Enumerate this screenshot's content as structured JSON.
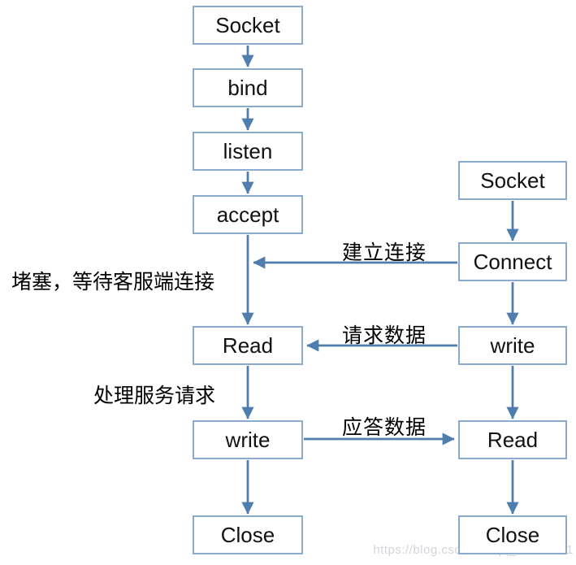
{
  "server_flow": {
    "boxes": [
      {
        "label": "Socket"
      },
      {
        "label": "bind"
      },
      {
        "label": "listen"
      },
      {
        "label": "accept"
      },
      {
        "label": "Read"
      },
      {
        "label": "write"
      },
      {
        "label": "Close"
      }
    ]
  },
  "client_flow": {
    "boxes": [
      {
        "label": "Socket"
      },
      {
        "label": "Connect"
      },
      {
        "label": "write"
      },
      {
        "label": "Read"
      },
      {
        "label": "Close"
      }
    ]
  },
  "edge_labels": {
    "establish_connection": "建立连接",
    "request_data": "请求数据",
    "response_data": "应答数据"
  },
  "annotations": {
    "blocking_note": "堵塞，等待客服端连接",
    "processing_note": "处理服务请求"
  },
  "watermark": "https://blog.csdn.net/qq_43762191",
  "colors": {
    "box_border": "#8aabce",
    "arrow": "#4e7dae",
    "text": "#000000",
    "watermark": "#d2d6da"
  }
}
